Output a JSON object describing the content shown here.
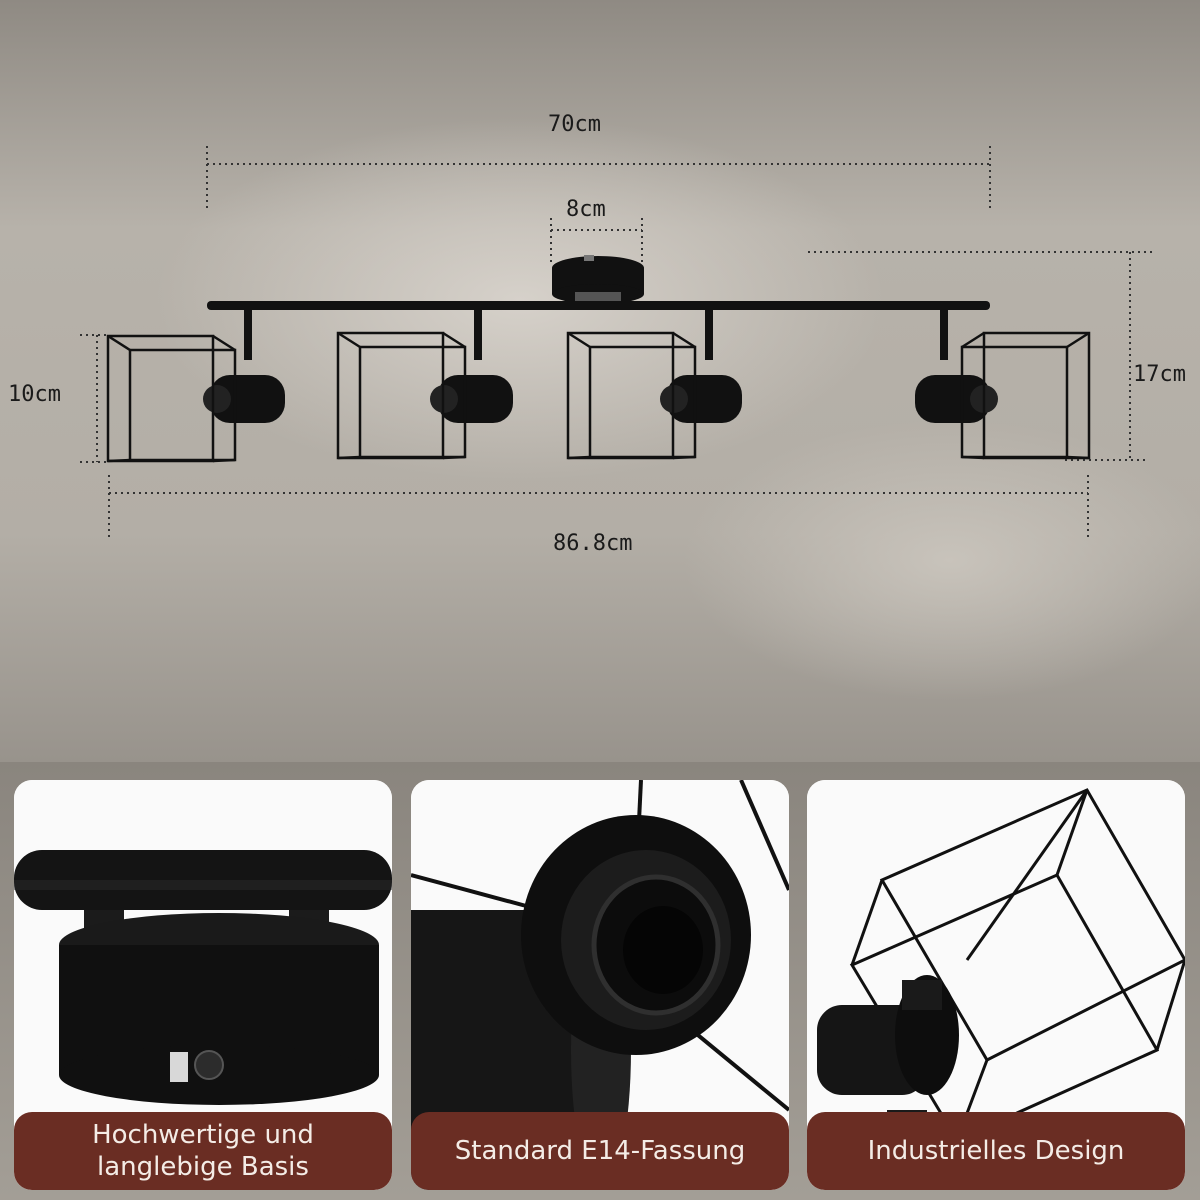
{
  "dimensions": {
    "total_width_rod": "70cm",
    "base_width": "8cm",
    "cage_height": "10cm",
    "total_height": "17cm",
    "overall_width": "86.8cm"
  },
  "features": [
    {
      "caption": "Hochwertige und\nlanglebige Basis",
      "icon": "round-base"
    },
    {
      "caption": "Standard E14-Fassung",
      "icon": "e14-socket"
    },
    {
      "caption": "Industrielles Design",
      "icon": "wire-cage"
    }
  ],
  "colors": {
    "caption_bg": "#6a2d23",
    "caption_text": "#f4ece6",
    "metal": "#151515"
  }
}
